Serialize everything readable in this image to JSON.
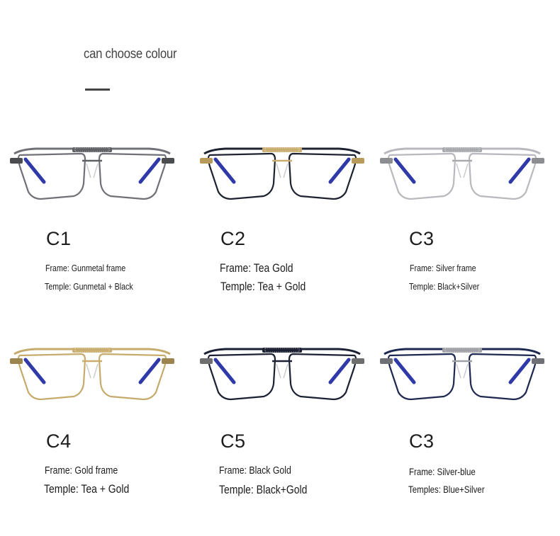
{
  "heading": "can choose colour",
  "variants": [
    {
      "code": "C1",
      "frame": "Frame: Gunmetal frame",
      "temple": "Temple: Gunmetal + Black",
      "colors": {
        "frame": "#6f7176",
        "bridge": "#5f6165",
        "temple": "#2f3aa8",
        "hinge": "#4a4c50"
      }
    },
    {
      "code": "C2",
      "frame": "Frame: Tea Gold",
      "temple": "Temple: Tea + Gold",
      "colors": {
        "frame": "#1e2230",
        "bridge": "#c9ad6e",
        "temple": "#2f3aa8",
        "hinge": "#b89a5a"
      }
    },
    {
      "code": "C3",
      "frame": "Frame: Silver frame",
      "temple": "Temple: Black+Silver",
      "colors": {
        "frame": "#b8b9bd",
        "bridge": "#a9aaae",
        "temple": "#2f3aa8",
        "hinge": "#8c8d91"
      }
    },
    {
      "code": "C4",
      "frame": "Frame: Gold frame",
      "temple": "Temple: Tea + Gold",
      "colors": {
        "frame": "#c6ab6c",
        "bridge": "#c9ad6e",
        "temple": "#2f3aa8",
        "hinge": "#9b8450"
      }
    },
    {
      "code": "C5",
      "frame": "Frame: Black Gold",
      "temple": "Temple: Black+Gold",
      "colors": {
        "frame": "#1b2032",
        "bridge": "#1b2032",
        "temple": "#2f3aa8",
        "hinge": "#6e6e6e"
      }
    },
    {
      "code": "C3",
      "frame": "Frame: Silver-blue",
      "temple": "Temples: Blue+Silver",
      "colors": {
        "frame": "#1e2850",
        "bridge": "#9fa1a6",
        "temple": "#2f3aa8",
        "hinge": "#6e7075"
      }
    }
  ]
}
